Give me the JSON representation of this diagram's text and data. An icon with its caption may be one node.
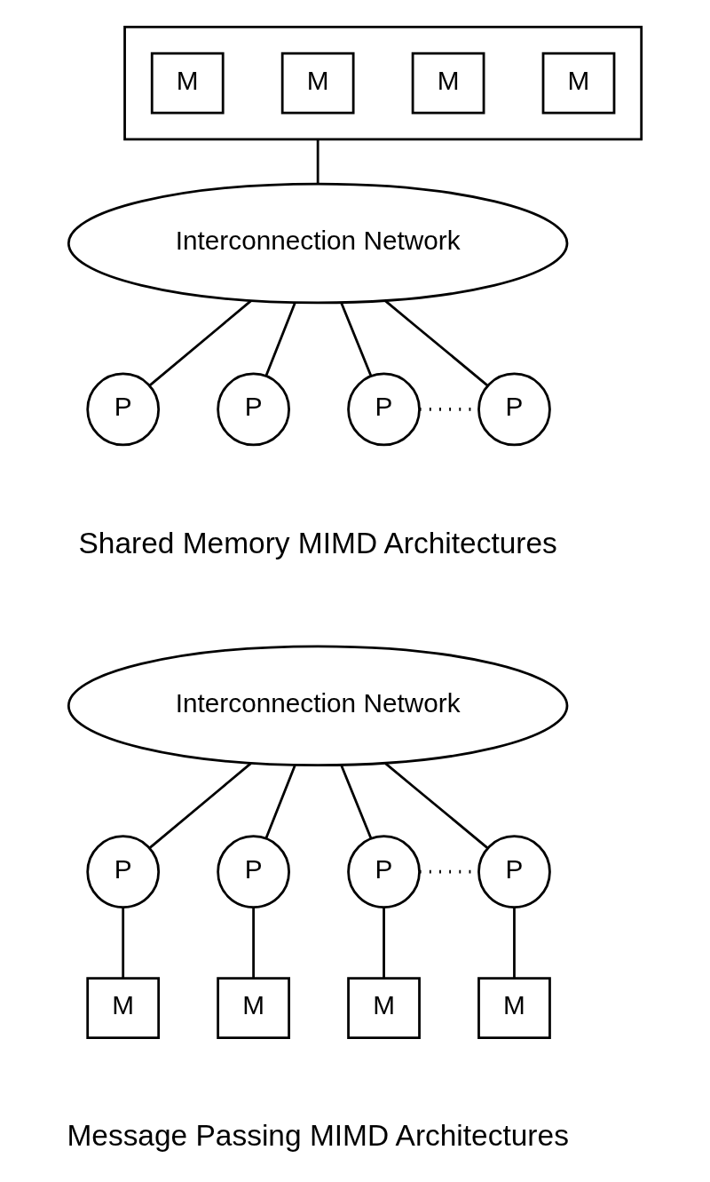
{
  "diagram": {
    "nodes": [
      {
        "text": [],
        "shape": "box"
      },
      {
        "text": [
          "M"
        ],
        "in": 0
      },
      {
        "text": [
          "M"
        ],
        "in": 0
      },
      {
        "text": [
          "M"
        ],
        "in": 0
      },
      {
        "text": [
          "M"
        ],
        "in": 0
      },
      {
        "text": [
          "Interconnection Network"
        ]
      },
      {
        "text": [
          "P"
        ]
      },
      {
        "text": [
          "P"
        ]
      },
      {
        "text": [
          "P"
        ]
      },
      {
        "text": [
          "P"
        ]
      },
      {
        "text": [
          "Interconnection Network"
        ]
      },
      {
        "text": [
          "P"
        ]
      },
      {
        "text": [
          "P"
        ]
      },
      {
        "text": [
          "P"
        ]
      },
      {
        "text": [
          "P"
        ]
      },
      {
        "text": [
          "M"
        ]
      },
      {
        "text": [
          "M"
        ]
      },
      {
        "text": [
          "M"
        ]
      },
      {
        "text": [
          "M"
        ]
      }
    ],
    "edges": [
      {
        "from": 0,
        "to": 5,
        "arrow": "none"
      },
      {
        "from": 5,
        "to": 6,
        "arrow": "none"
      },
      {
        "from": 5,
        "to": 7,
        "arrow": "none"
      },
      {
        "from": 5,
        "to": 8,
        "arrow": "none"
      },
      {
        "from": 5,
        "to": 9,
        "arrow": "none"
      },
      {
        "from": 8,
        "to": 9,
        "arrow": "none",
        "style": "dashed"
      },
      {
        "from": 10,
        "to": 11,
        "arrow": "none"
      },
      {
        "from": 10,
        "to": 12,
        "arrow": "none"
      },
      {
        "from": 10,
        "to": 13,
        "arrow": "none"
      },
      {
        "from": 10,
        "to": 14,
        "arrow": "none"
      },
      {
        "from": 13,
        "to": 14,
        "arrow": "none",
        "style": "dashed"
      },
      {
        "from": 11,
        "to": 15,
        "arrow": "none"
      },
      {
        "from": 12,
        "to": 16,
        "arrow": "none"
      },
      {
        "from": 13,
        "to": 17,
        "arrow": "none"
      },
      {
        "from": 14,
        "to": 18,
        "arrow": "none"
      }
    ],
    "labels": [
      "Shared Memory MIMD Architectures",
      "Message Passing MIMD Architectures"
    ]
  }
}
